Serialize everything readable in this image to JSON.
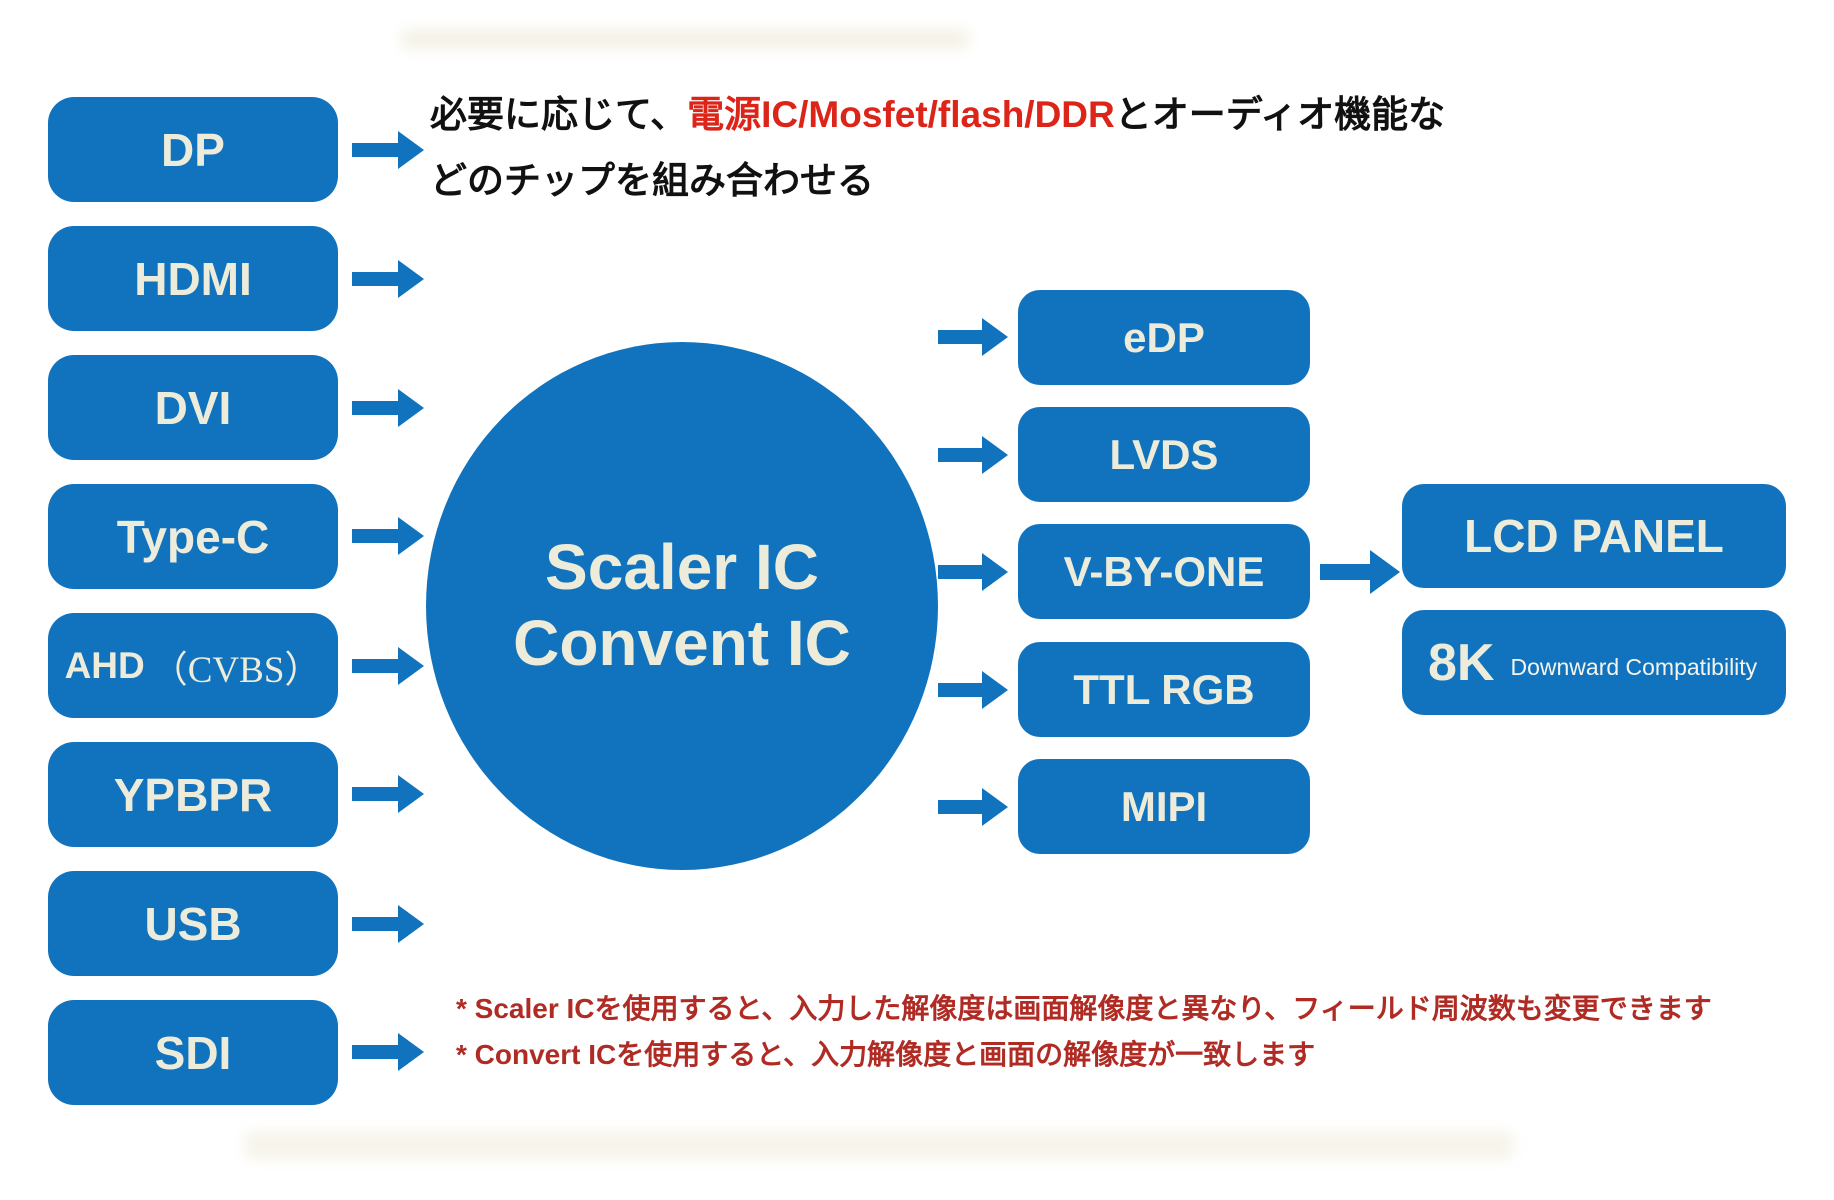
{
  "title": {
    "line1_black1": "必要に応じて、",
    "line1_red": "電源IC/Mosfet/flash/DDR",
    "line1_black2": "とオーディオ機能な",
    "line2": "どのチップを組み合わせる"
  },
  "center": {
    "line1": "Scaler IC",
    "line2": "Convent IC"
  },
  "inputs": [
    {
      "label": "DP"
    },
    {
      "label": "HDMI"
    },
    {
      "label": "DVI"
    },
    {
      "label": "Type-C"
    },
    {
      "label": "AHD",
      "paren": "（CVBS）"
    },
    {
      "label": "YPBPR"
    },
    {
      "label": "USB"
    },
    {
      "label": "SDI"
    }
  ],
  "outputs": [
    "eDP",
    "LVDS",
    "V-BY-ONE",
    "TTL RGB",
    "MIPI"
  ],
  "panel": {
    "lcd_label": "LCD PANEL",
    "k8_label": "8K",
    "k8_sub": "Downward Compatibility"
  },
  "footnotes": [
    "* Scaler ICを使用すると、入力した解像度は画面解像度と異なり、フィールド周波数も変更できます",
    "* Convert ICを使用すると、入力解像度と画面の解像度が一致します"
  ],
  "colors": {
    "node_blue": "#1173BD",
    "node_text_cream": "#EDECDB",
    "title_red": "#DC2418",
    "footnote_red": "#AF2B24",
    "title_black": "#111111"
  }
}
